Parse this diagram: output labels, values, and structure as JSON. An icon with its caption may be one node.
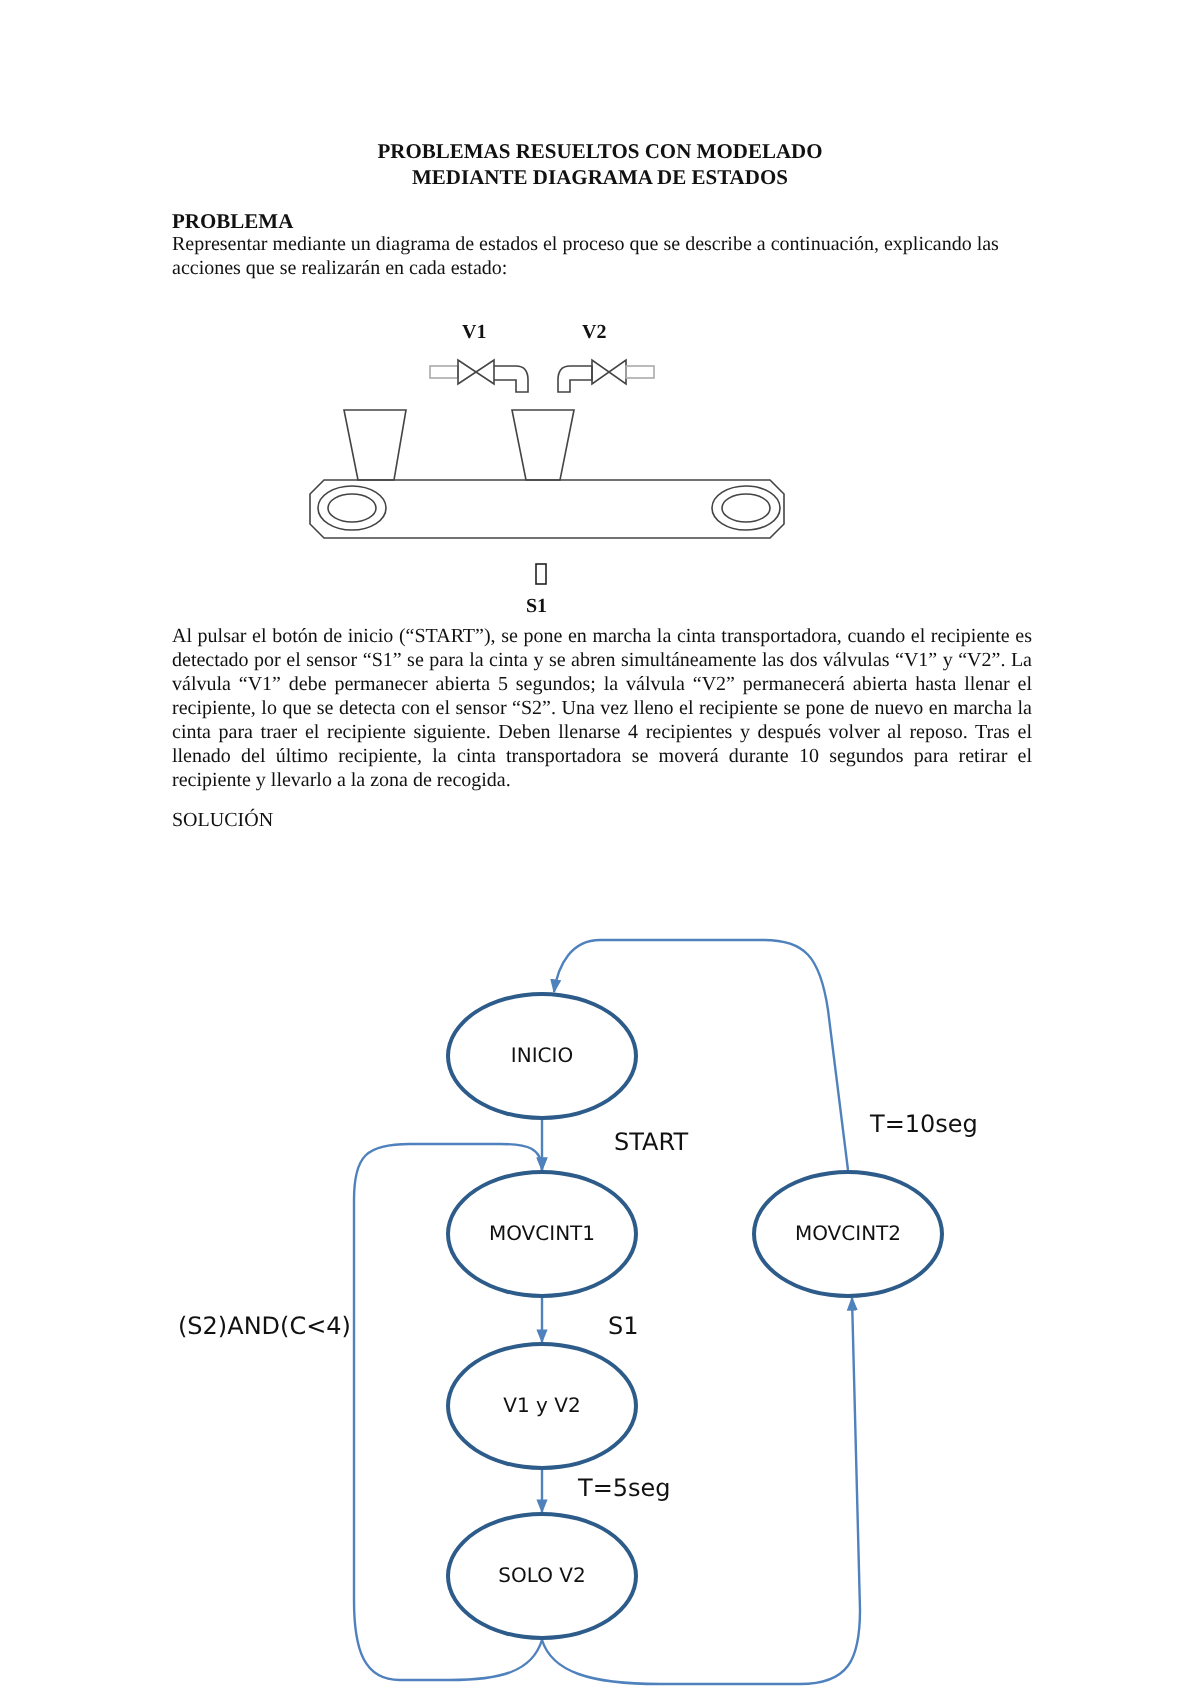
{
  "diagram": {
    "title": "PROBLEMAS RESUELTOS CON MODELADO MEDIANTE DIAGRAMA DE ESTADOS",
    "nodes": [
      {
        "text": [
          "INICIO"
        ]
      },
      {
        "text": [
          "MOVCINT1"
        ]
      },
      {
        "text": [
          "MOVCINT2"
        ]
      },
      {
        "text": [
          "V1 y V2"
        ]
      },
      {
        "text": [
          "SOLO V2"
        ]
      }
    ],
    "edges": [
      {
        "from": 0,
        "to": 1,
        "arrow": "to",
        "label": "START"
      },
      {
        "from": 1,
        "to": 3,
        "arrow": "to",
        "label": "S1"
      },
      {
        "from": 3,
        "to": 4,
        "arrow": "to",
        "label": "T=5seg"
      },
      {
        "from": 4,
        "to": 1,
        "arrow": "to",
        "label": "(S2)AND(C<4)"
      },
      {
        "from": 4,
        "to": 2,
        "arrow": "to"
      },
      {
        "from": 2,
        "to": 0,
        "arrow": "to",
        "label": "T=10seg"
      }
    ],
    "labels": [
      "PROBLEMA",
      "Representar mediante un diagrama de estados el proceso que se describe a continuación, explicando las acciones que se realizarán en cada estado:",
      "V1",
      "V2",
      "S1",
      "Al pulsar el botón de inicio (“START”), se pone en marcha la cinta transportadora, cuando el recipiente es detectado por el sensor “S1” se para la cinta y se abren simultáneamente las dos válvulas “V1” y “V2”. La válvula “V1” debe permanecer abierta 5 segundos; la válvula “V2” permanecerá abierta hasta llenar el recipiente, lo que se detecta con el sensor “S2”. Una vez lleno el recipiente se pone de nuevo en marcha la cinta para traer el recipiente siguiente. Deben llenarse 4 recipientes y después volver al reposo. Tras el llenado del último recipiente, la cinta transportadora se moverá durante 10 segundos para retirar el recipiente y llevarlo a la zona de recogida.",
      "SOLUCIÓN"
    ]
  }
}
